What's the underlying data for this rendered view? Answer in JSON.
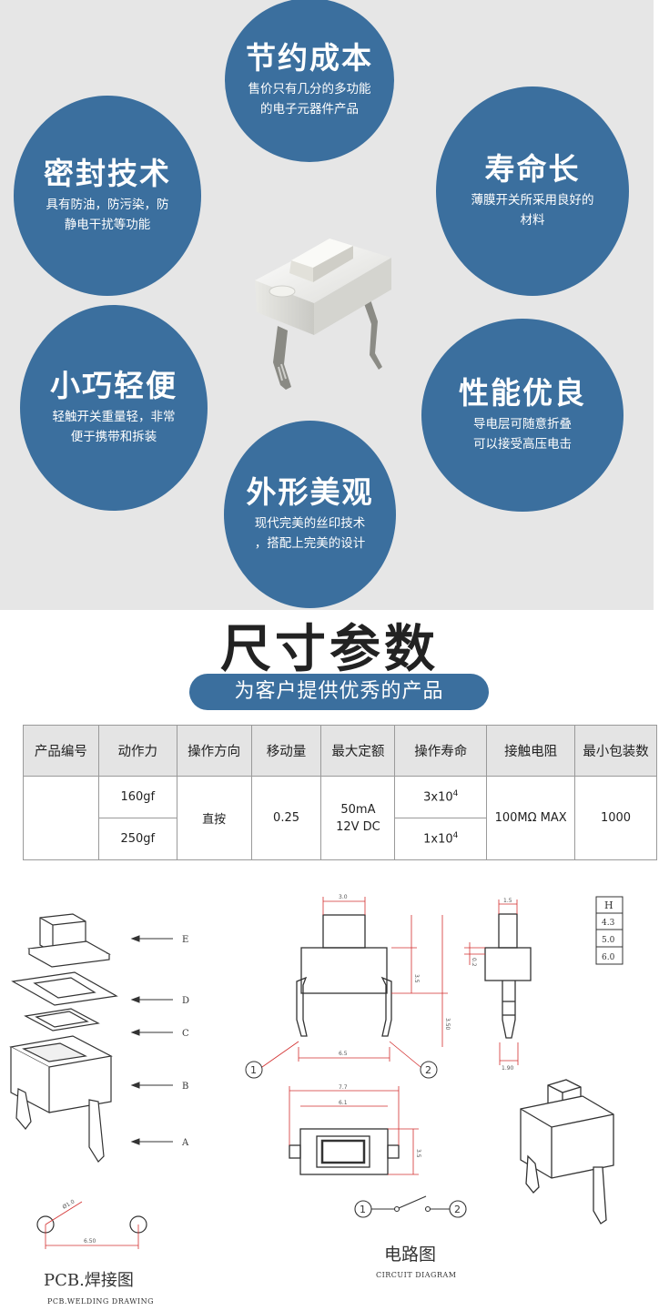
{
  "features": [
    {
      "title": "节约成本",
      "desc": "售价只有几分的多功能\n的电子元器件产品"
    },
    {
      "title": "密封技术",
      "desc": "具有防油，防污染，防\n静电干扰等功能"
    },
    {
      "title": "寿命长",
      "desc": "薄膜开关所采用良好的\n材料"
    },
    {
      "title": "小巧轻便",
      "desc": "轻触开关重量轻，非常\n便于携带和拆装"
    },
    {
      "title": "性能优良",
      "desc": "导电层可随意折叠\n可以接受高压电击"
    },
    {
      "title": "外形美观",
      "desc": "现代完美的丝印技术\n，搭配上完美的设计"
    }
  ],
  "section": {
    "title": "尺寸参数",
    "subtitle": "为客户提供优秀的产品"
  },
  "table": {
    "headers": [
      "产品编号",
      "动作力",
      "操作方向",
      "移动量",
      "最大定额",
      "操作寿命",
      "接触电阻",
      "最小包装数"
    ],
    "product_no": "",
    "force": [
      "160gf",
      "250gf"
    ],
    "direction": "直按",
    "travel": "0.25",
    "rating": [
      "50mA",
      "12V DC"
    ],
    "life_base": [
      "3x10",
      "1x10"
    ],
    "life_exp": "4",
    "resistance": "100MΩ MAX",
    "min_pack": "1000"
  },
  "drawings": {
    "exploded_labels": [
      "E",
      "D",
      "C",
      "B",
      "A"
    ],
    "dim_top": "3.0",
    "dim_side_top": "1.5",
    "dim_body_h": "3.5",
    "dim_total_h": "3.50",
    "dim_pitch": "6.5",
    "dim_pin": "1.90",
    "dim_side_h": "0.2",
    "dim_bottom_w1": "7.7",
    "dim_bottom_w2": "6.1",
    "dim_bottom_h": "3.5",
    "pin_1": "1",
    "pin_2": "2",
    "height_table": {
      "header": "H",
      "values": [
        "4.3",
        "5.0",
        "6.0"
      ]
    },
    "pcb_hole": "Ø1.0",
    "pcb_pitch": "6.50",
    "pcb_title": "PCB.焊接图",
    "pcb_sub": "PCB.WELDING DRAWING",
    "circuit_title": "电路图",
    "circuit_sub": "CIRCUIT DIAGRAM"
  }
}
